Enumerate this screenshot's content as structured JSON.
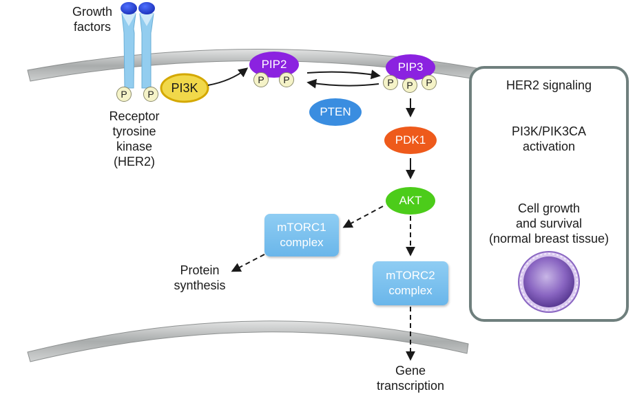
{
  "labels": {
    "growth_factors": [
      "Growth",
      "factors"
    ],
    "receptor": [
      "Receptor",
      "tyrosine",
      "kinase",
      "(HER2)"
    ],
    "protein_synthesis": [
      "Protein",
      "synthesis"
    ],
    "gene_transcription": [
      "Gene",
      "transcription"
    ]
  },
  "nodes": {
    "pi3k": "PI3K",
    "pip2": "PIP2",
    "pip3": "PIP3",
    "pten": "PTEN",
    "pdk1": "PDK1",
    "akt": "AKT",
    "mtorc1": [
      "mTORC1",
      "complex"
    ],
    "mtorc2": [
      "mTORC2",
      "complex"
    ],
    "phosphate": "P"
  },
  "panel": {
    "step1": "HER2 signaling",
    "step2": [
      "PI3K/PIK3CA",
      "activation"
    ],
    "step3": [
      "Cell growth",
      "and survival",
      "(normal breast tissue)"
    ]
  },
  "colors": {
    "membrane": "#b7b9b9",
    "receptor": "#93cdef",
    "receptor_cap": "#1f3fd6",
    "pi3k_fill": "#f1d84a",
    "pi3k_ring": "#d4a800",
    "pip": "#8b22e0",
    "pten": "#3a8de0",
    "pdk1": "#ee5a1b",
    "akt": "#4ccc1a",
    "complex": "#7ac3ef",
    "panel_border": "#6f7f7d",
    "cell": "#8a66c2"
  }
}
